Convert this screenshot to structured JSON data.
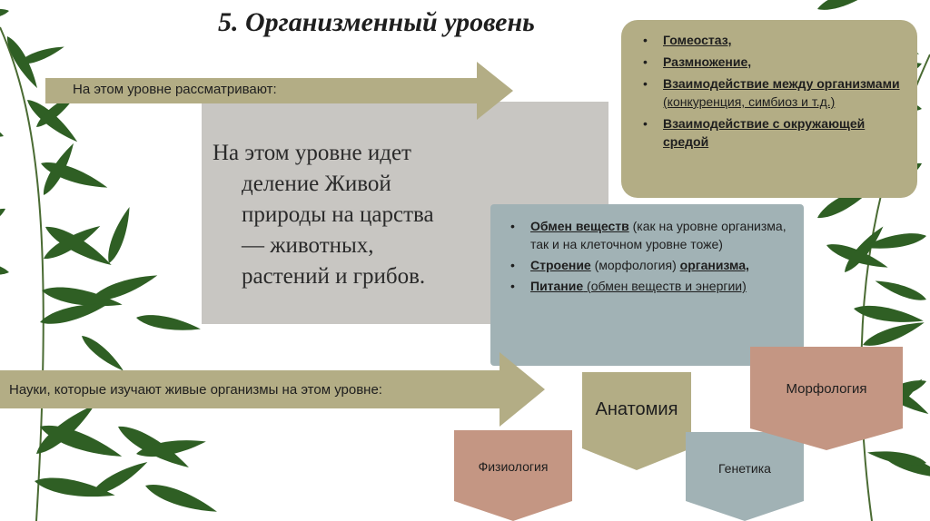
{
  "title": "5. Организменный уровень",
  "arrow_top": {
    "label": "На этом уровне рассматривают:"
  },
  "main_text": [
    "На этом уровне идет",
    "деление Живой",
    "природы на царства",
    "— животных,",
    "растений и грибов."
  ],
  "box_yellow": {
    "items": [
      {
        "bold": "Гомеостаз,",
        "rest": ""
      },
      {
        "bold": "Размножение,",
        "rest": ""
      },
      {
        "bold": "Взаимодействие между организмами",
        "rest": " (конкуренция, симбиоз и т.д.)"
      },
      {
        "bold": "Взаимодействие с окружающей средой",
        "rest": ""
      }
    ]
  },
  "box_blue": {
    "items": [
      {
        "bold": "Обмен веществ",
        "rest": " (как на уровне организма, так и на клеточном уровне тоже)"
      },
      {
        "bold": "Строение",
        "rest": " (морфология) ",
        "bold2": "организма,"
      },
      {
        "bold": "Питание",
        "rest": " (обмен веществ и энергии)"
      }
    ]
  },
  "arrow_bottom": {
    "label": "Науки, которые изучают живые организмы на этом уровне:"
  },
  "sciences": {
    "fiziologiya": "Физиология",
    "anatomiya": "Анатомия",
    "genetika": "Генетика",
    "morfologiya": "Морфология"
  },
  "bullet": "•",
  "colors": {
    "grey_panel": "#c8c6c2",
    "arrow": "#b3ad85",
    "box_yellow": "#b3ad85",
    "box_blue": "#a1b2b5",
    "brown": "#c49683",
    "green_leaf": "#2d5e22"
  }
}
